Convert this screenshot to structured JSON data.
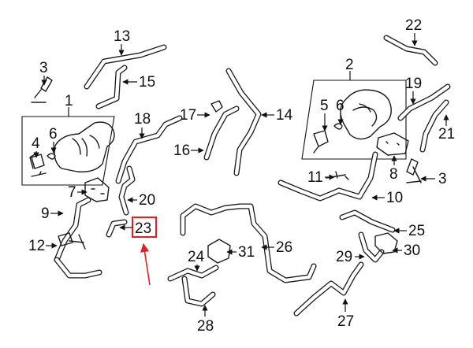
{
  "callouts": {
    "c1": "1",
    "c2": "2",
    "c3a": "3",
    "c3b": "3",
    "c4a": "4",
    "c5": "5",
    "c6a": "6",
    "c6b": "6",
    "c7": "7",
    "c8": "8",
    "c9": "9",
    "c10": "10",
    "c11": "11",
    "c12": "12",
    "c13": "13",
    "c14": "14",
    "c15": "15",
    "c16": "16",
    "c17": "17",
    "c18": "18",
    "c19": "19",
    "c20": "20",
    "c21": "21",
    "c22": "22",
    "c23": "23",
    "c24": "24",
    "c25": "25",
    "c26": "26",
    "c27": "27",
    "c28": "28",
    "c29": "29",
    "c30": "30",
    "c31": "31"
  },
  "highlight": {
    "part_number": "23",
    "color": "#e0201e"
  },
  "colors": {
    "ink": "#111111",
    "background": "#ffffff"
  }
}
